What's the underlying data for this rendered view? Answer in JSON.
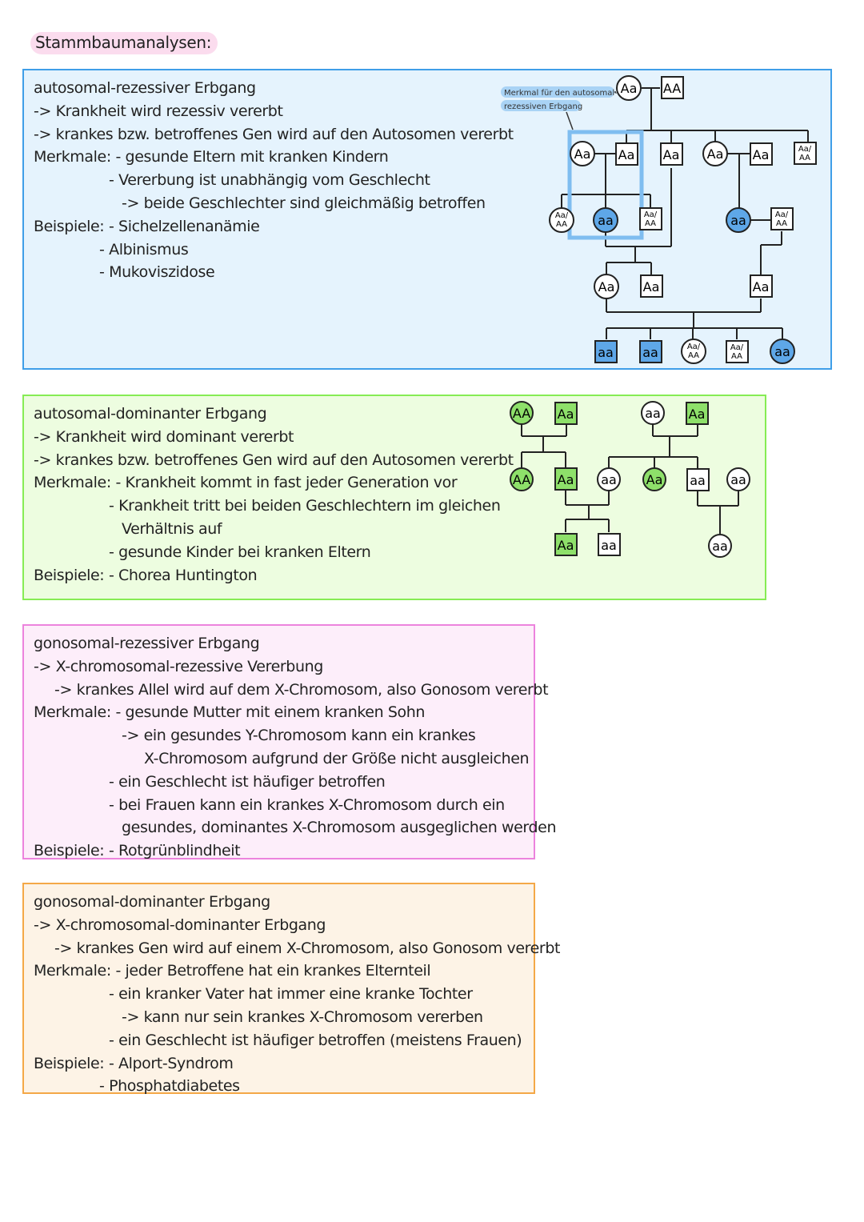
{
  "page": {
    "title": "Stammbaumanalysen:"
  },
  "sections": [
    {
      "lines": [
        "autosomal-rezessiver Erbgang",
        "-> Krankheit wird rezessiv vererbt",
        "-> krankes bzw. betroffenes Gen wird auf den Autosomen vererbt",
        "Merkmale: - gesunde Eltern mit kranken Kindern",
        "- Vererbung ist unabhängig vom Geschlecht",
        "-> beide Geschlechter sind gleichmäßig betroffen",
        "Beispiele: - Sichelzellenanämie",
        "- Albinismus",
        "- Mukoviszidose"
      ]
    },
    {
      "lines": [
        "autosomal-dominanter Erbgang",
        "-> Krankheit wird dominant vererbt",
        "-> krankes bzw. betroffenes Gen wird auf den Autosomen vererbt",
        "Merkmale: - Krankheit kommt in fast jeder Generation vor",
        "- Krankheit tritt bei beiden Geschlechtern im gleichen",
        "Verhältnis auf",
        "- gesunde Kinder bei kranken Eltern",
        "Beispiele: - Chorea Huntington"
      ]
    },
    {
      "lines": [
        "gonosomal-rezessiver Erbgang",
        "-> X-chromosomal-rezessive Vererbung",
        "-> krankes Allel wird auf dem X-Chromosom, also Gonosom vererbt",
        "Merkmale: - gesunde Mutter mit einem kranken Sohn",
        "-> ein gesundes Y-Chromosom kann ein krankes",
        "X-Chromosom aufgrund der Größe nicht ausgleichen",
        "- ein Geschlecht ist häufiger betroffen",
        "- bei Frauen kann ein krankes X-Chromosom durch ein",
        "gesundes, dominantes X-Chromosom ausgeglichen werden",
        "Beispiele: - Rotgrünblindheit"
      ]
    },
    {
      "lines": [
        "gonosomal-dominanter Erbgang",
        "-> X-chromosomal-dominanter Erbgang",
        "-> krankes Gen wird auf einem X-Chromosom, also Gonosom vererbt",
        "Merkmale: - jeder Betroffene hat ein krankes Elternteil",
        "- ein kranker Vater hat immer eine kranke Tochter",
        "-> kann nur sein krankes X-Chromosom vererben",
        "- ein Geschlecht ist häufiger betroffen (meistens Frauen)",
        "Beispiele: - Alport-Syndrom",
        "- Phosphatdiabetes"
      ]
    }
  ],
  "pedigree_recessive": {
    "note": [
      "Merkmal für den autosomal-",
      "rezessiven Erbgang"
    ],
    "affected_color": "#5ea7e8",
    "highlight_color": "#7fbdf0",
    "individuals": {
      "g1_mother": "Aa",
      "g1_father": "AA",
      "g2_f1": "Aa",
      "g2_m1": "Aa",
      "g2_m2": "Aa",
      "g2_f2": "Aa",
      "g2_m3": "Aa",
      "g2_m4_top": "Aa/",
      "g2_m4_bot": "AA",
      "g3_f1_top": "Aa/",
      "g3_f1_bot": "AA",
      "g3_f2": "aa",
      "g3_m1_top": "Aa/",
      "g3_m1_bot": "AA",
      "g3_f3": "aa",
      "g3_m2_top": "Aa/",
      "g3_m2_bot": "AA",
      "g4_f1": "Aa",
      "g4_m1": "Aa",
      "g4_m2": "Aa",
      "g5_m1": "aa",
      "g5_m2": "aa",
      "g5_f1_top": "Aa/",
      "g5_f1_bot": "AA",
      "g5_m3_top": "Aa/",
      "g5_m3_bot": "AA",
      "g5_f2": "aa"
    }
  },
  "pedigree_dominant": {
    "affected_color": "#8ee06a",
    "individuals": {
      "p1_f": "AA",
      "p1_m": "Aa",
      "p2_f": "aa",
      "p2_m": "Aa",
      "c_f1": "AA",
      "c_m1": "Aa",
      "c_f2": "aa",
      "c_f3": "Aa",
      "c_m2": "aa",
      "c_f4": "aa",
      "g3_m1": "Aa",
      "g3_m2": "aa",
      "g3_f1": "aa"
    }
  }
}
